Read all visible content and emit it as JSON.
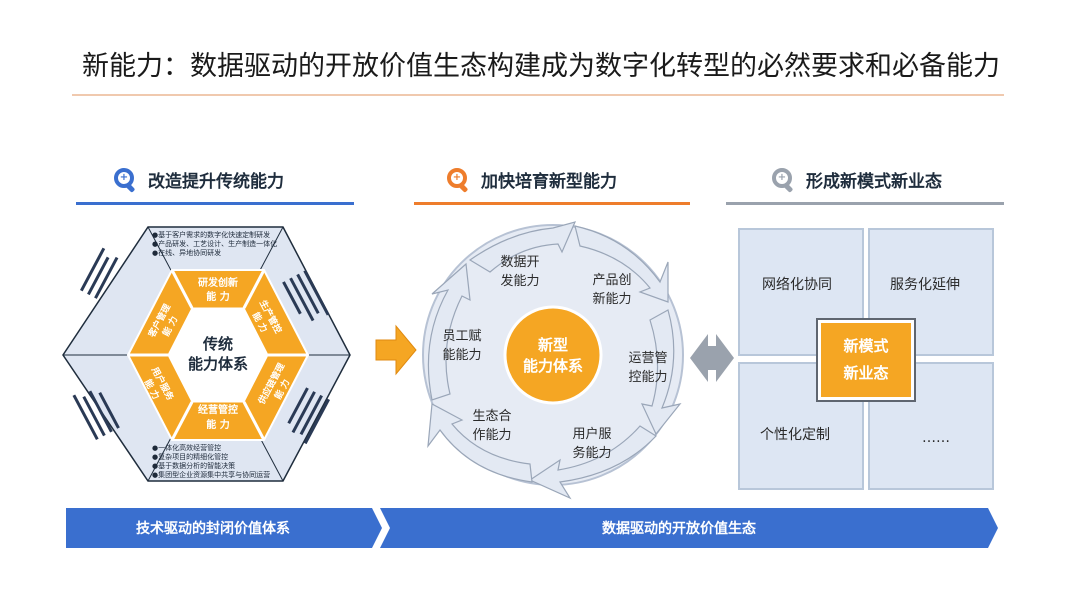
{
  "title": "新能力：数据驱动的开放价值生态构建成为数字化转型的必然要求和必备能力",
  "sections": {
    "left": "改造提升传统能力",
    "mid": "加快培育新型能力",
    "right": "形成新模式新业态"
  },
  "hexagon": {
    "center": [
      "传统",
      "能力体系"
    ],
    "segments": {
      "top": [
        "研发创新",
        "能 力"
      ],
      "upper_right": [
        "生产管控",
        "能 力"
      ],
      "lower_right": [
        "供应链管理",
        "能 力"
      ],
      "bottom": [
        "经营管控",
        "能 力"
      ],
      "lower_left": [
        "用户服务",
        "能 力"
      ],
      "upper_left": [
        "客户管理",
        "能 力"
      ]
    },
    "top_bullets": [
      "●基于客户需求的数字化快速定制研发",
      "●产品研发、工艺设计、生产制造一体化",
      "●在线、异地协同研发"
    ],
    "bottom_bullets": [
      "●一体化高效经营管控",
      "●复杂项目的精细化管控",
      "●基于数据分析的智能决策",
      "●集团型企业资源集中共享与协同运营"
    ]
  },
  "cycle": {
    "center": [
      "新型",
      "能力体系"
    ],
    "items": [
      [
        "数据开",
        "发能力"
      ],
      [
        "产品创",
        "新能力"
      ],
      [
        "运营管",
        "控能力"
      ],
      [
        "用户服",
        "务能力"
      ],
      [
        "生态合",
        "作能力"
      ],
      [
        "员工赋",
        "能能力"
      ]
    ]
  },
  "grid": {
    "tl": "网络化协同",
    "tr": "服务化延伸",
    "bl": "个性化定制",
    "br": "……",
    "center": [
      "新模式",
      "新业态"
    ]
  },
  "banner": {
    "left": "技术驱动的封闭价值体系",
    "right": "数据驱动的开放价值生态"
  },
  "colors": {
    "orange": "#f5a623",
    "blue": "#3a6fcf",
    "hexagon_fill": "#dfe6f2",
    "gray": "#9aa2ad"
  },
  "icons": {
    "left": "magnifier-plus-icon",
    "mid": "magnifier-plus-icon",
    "right": "magnifier-plus-icon",
    "arrow_mid": "right-arrow-icon",
    "arrow_right": "double-arrow-icon"
  }
}
